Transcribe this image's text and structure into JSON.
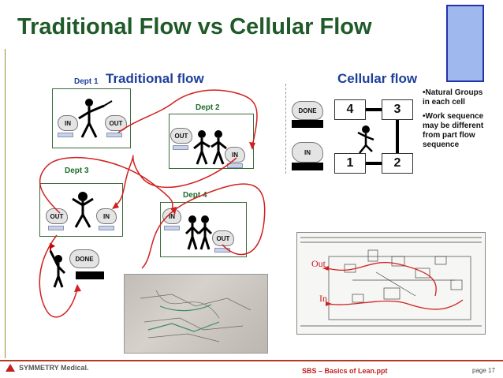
{
  "title": "Traditional Flow vs Cellular Flow",
  "colors": {
    "title": "#1f5a28",
    "heading": "#1e3f9a",
    "dept": "#1f6d2c",
    "flow": "#d21f1f",
    "footer": "#c21f1f",
    "accent_box": "#9fb8ee"
  },
  "traditional": {
    "heading": "Traditional flow",
    "depts": [
      {
        "label": "Dept 1",
        "in": "IN",
        "out": "OUT"
      },
      {
        "label": "Dept 2",
        "in": "IN",
        "out": "OUT"
      },
      {
        "label": "Dept 3",
        "in": "IN",
        "out": "OUT"
      },
      {
        "label": "Dept 4",
        "in": "IN",
        "out": "OUT"
      }
    ],
    "done": "DONE"
  },
  "cellular": {
    "heading": "Cellular flow",
    "done": "DONE",
    "in": "IN",
    "cells": [
      "1",
      "2",
      "3",
      "4"
    ],
    "bullets": [
      "•Natural Groups in each cell",
      "•Work sequence may be different from part flow sequence"
    ],
    "sketch_labels": {
      "out": "Out",
      "in": "In"
    }
  },
  "footer": {
    "company": "SYMMETRY Medical.",
    "center": "SBS – Basics of Lean.ppt",
    "page": "page 17"
  },
  "icons": {
    "logo": "symmetry-logo-icon",
    "figure": "stick-figure-icon"
  }
}
